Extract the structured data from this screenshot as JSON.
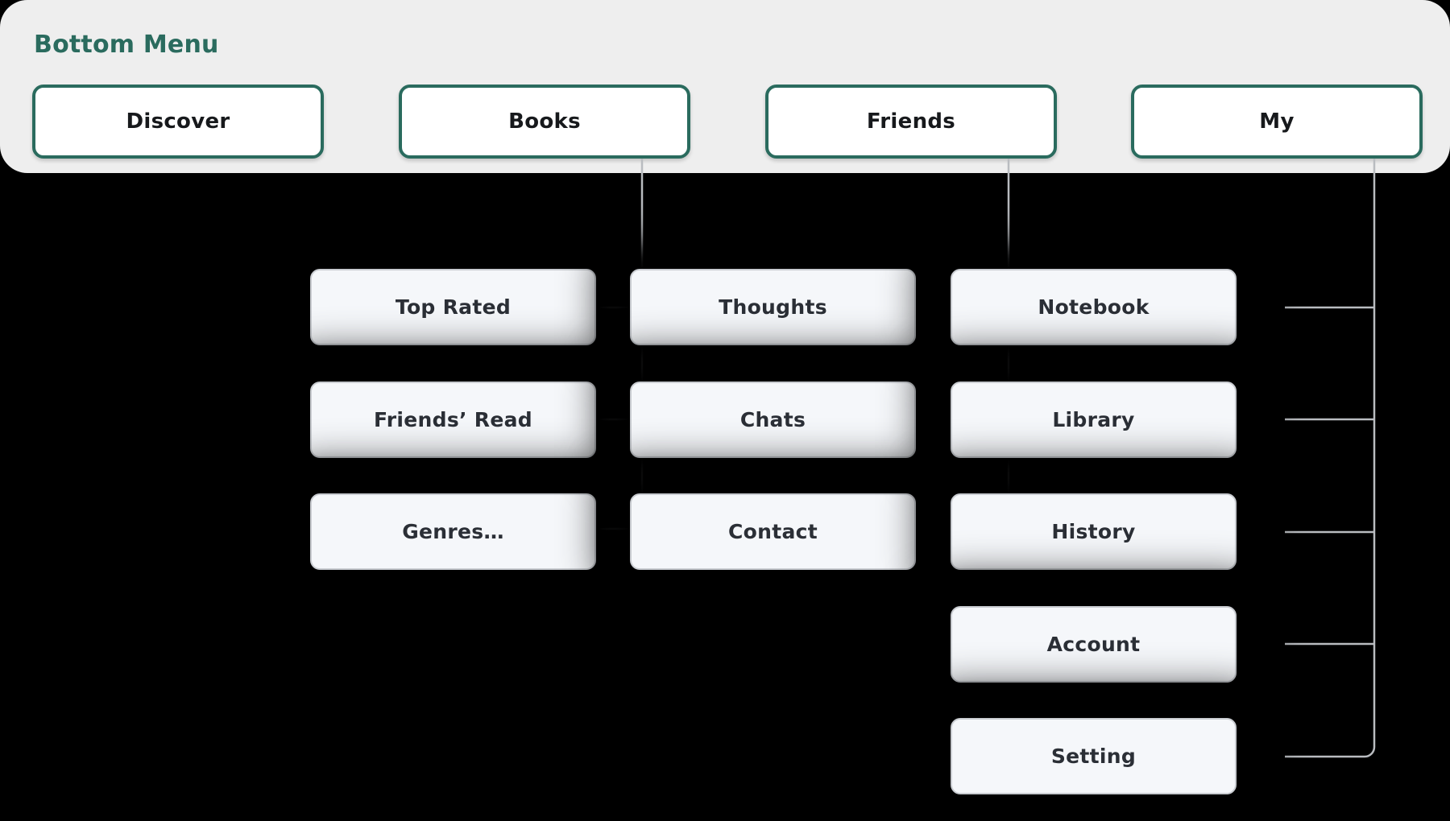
{
  "header": {
    "title": "Bottom Menu",
    "background_color": "#eeeeee",
    "title_color": "#2a6b5e"
  },
  "theme": {
    "page_background": "#000000",
    "accent": "#2a6b5e",
    "card_background": "#f5f7fa",
    "card_border": "#c9ccd1",
    "connector_color": "#b9bcc0",
    "text_color": "#2b2f36"
  },
  "top_menu": {
    "items": [
      {
        "label": "Discover",
        "has_children": false
      },
      {
        "label": "Books",
        "has_children": true
      },
      {
        "label": "Friends",
        "has_children": true
      },
      {
        "label": "My",
        "has_children": true
      }
    ]
  },
  "columns": [
    {
      "parent": "Books",
      "items": [
        {
          "label": "Top Rated"
        },
        {
          "label": "Friends’ Read"
        },
        {
          "label": "Genres…"
        }
      ]
    },
    {
      "parent": "Friends",
      "items": [
        {
          "label": "Thoughts"
        },
        {
          "label": "Chats"
        },
        {
          "label": "Contact"
        }
      ]
    },
    {
      "parent": "My",
      "items": [
        {
          "label": "Notebook"
        },
        {
          "label": "Library"
        },
        {
          "label": "History"
        },
        {
          "label": "Account"
        },
        {
          "label": "Setting"
        }
      ]
    }
  ]
}
